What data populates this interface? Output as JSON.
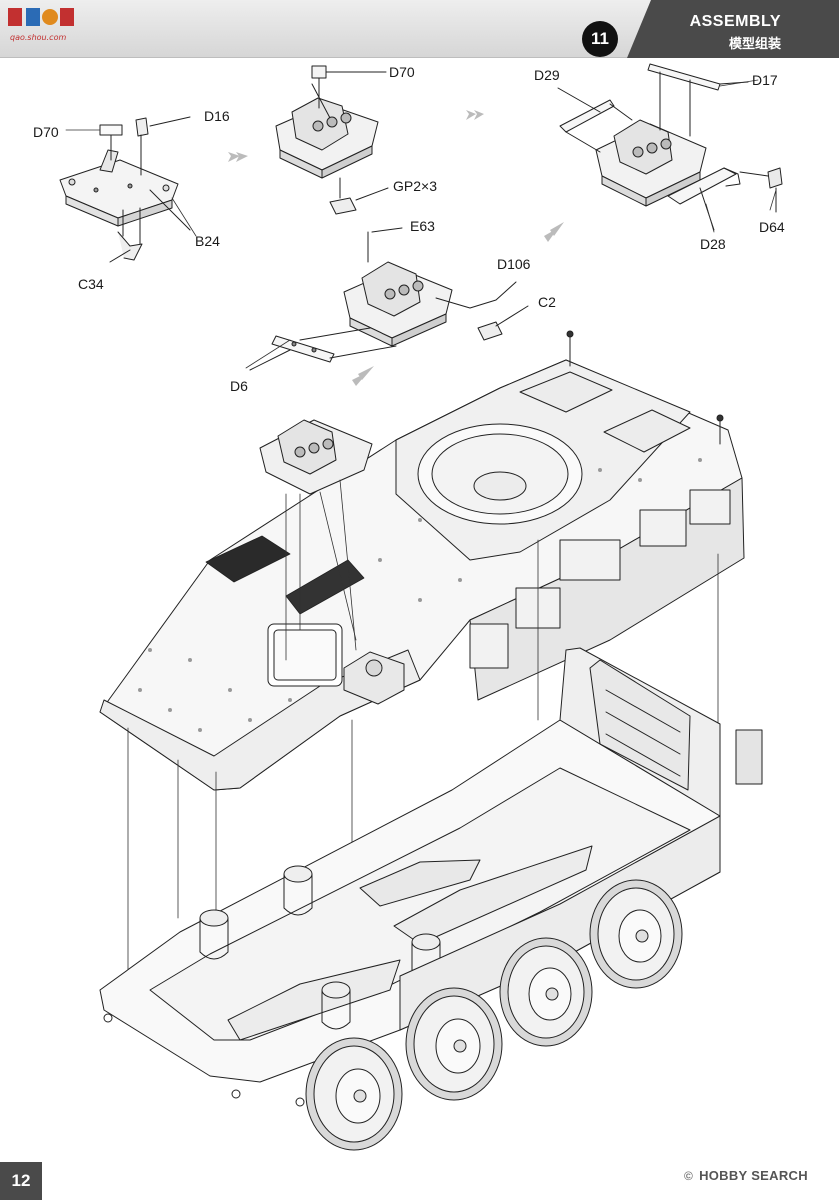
{
  "watermark": {
    "text": "qao.shou.com"
  },
  "header": {
    "step_number": "11",
    "title": "ASSEMBLY",
    "subtitle": "模型组装"
  },
  "parts": {
    "d70_left": "D70",
    "d16": "D16",
    "b24": "B24",
    "c34": "C34",
    "d70_top": "D70",
    "gp2": "GP2×3",
    "d29": "D29",
    "d17": "D17",
    "d64": "D64",
    "d28": "D28",
    "e63": "E63",
    "d106": "D106",
    "c2": "C2",
    "d6": "D6"
  },
  "footer": {
    "page_number": "12",
    "logo_mark": "©",
    "logo_text": "HOBBY SEARCH"
  }
}
